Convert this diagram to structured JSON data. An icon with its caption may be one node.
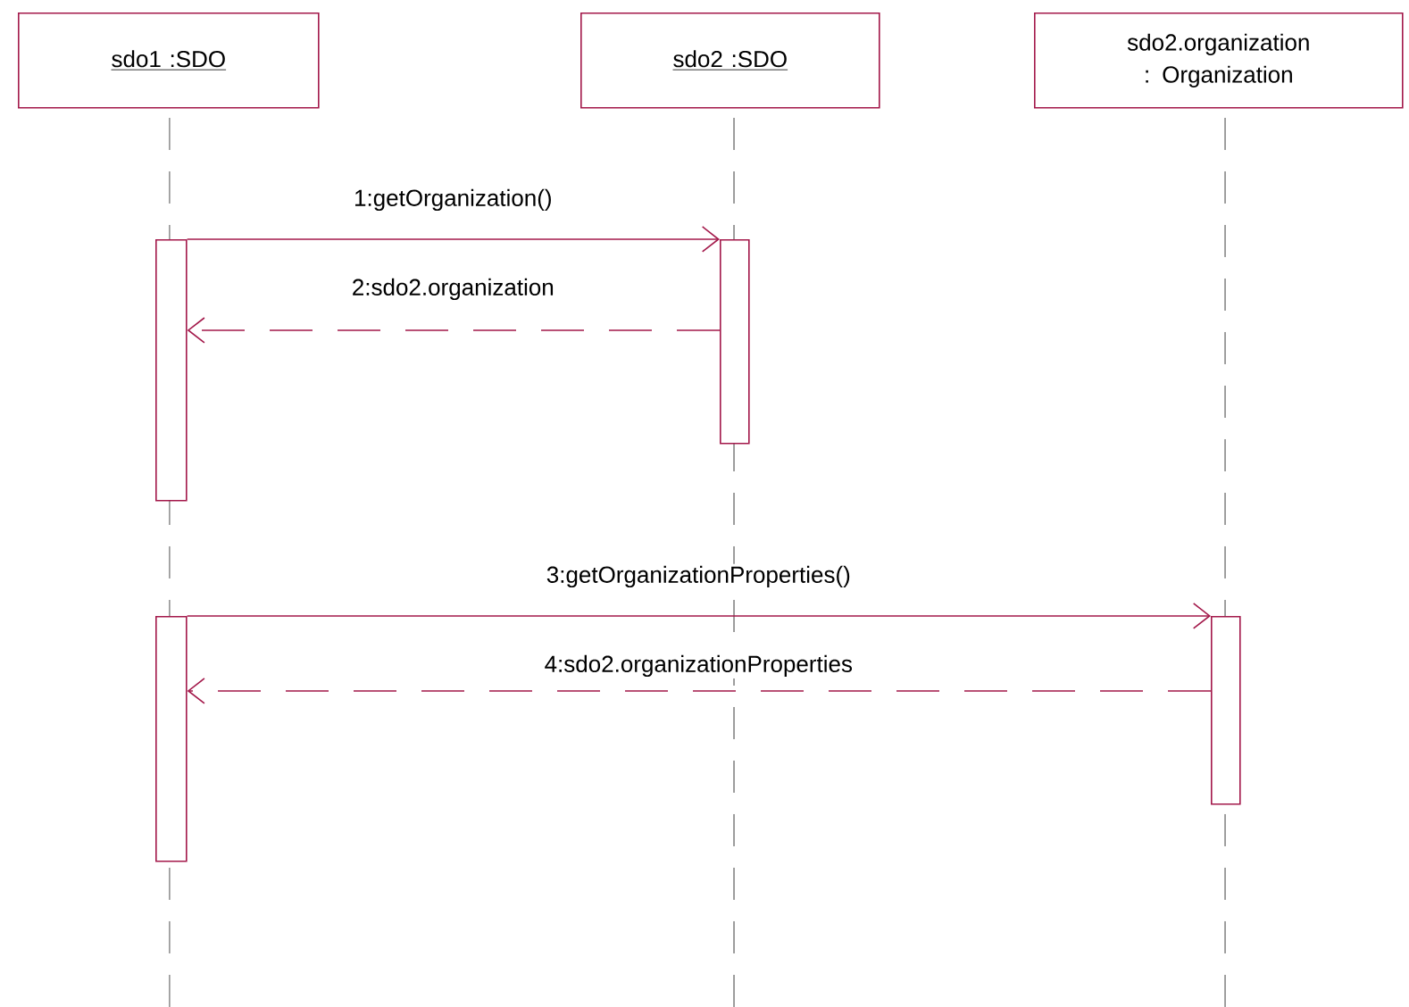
{
  "diagram": {
    "nodes": [
      {
        "text": [
          "sdo1 :SDO"
        ]
      },
      {
        "text": [
          "sdo2 :SDO"
        ]
      },
      {
        "text": [
          "sdo2.organization : Organization"
        ]
      },
      {
        "text": [],
        "shape": "bar"
      },
      {
        "text": [],
        "shape": "bar"
      },
      {
        "text": [],
        "shape": "bar"
      },
      {
        "text": [],
        "shape": "bar"
      }
    ],
    "edges": [
      {
        "from": 3,
        "to": 4,
        "arrow": "to",
        "label": "1:getOrganization()"
      },
      {
        "from": 4,
        "to": 3,
        "arrow": "to",
        "label": "2:sdo2.organization",
        "style": "dashed"
      },
      {
        "from": 5,
        "to": 6,
        "arrow": "to",
        "label": "3:getOrganizationProperties()"
      },
      {
        "from": 6,
        "to": 5,
        "arrow": "to",
        "label": "4:sdo2.organizationProperties",
        "style": "dashed"
      }
    ]
  }
}
